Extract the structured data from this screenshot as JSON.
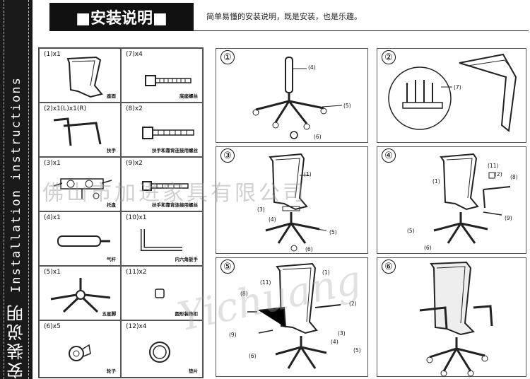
{
  "sidebar": {
    "cn_title": "安装说明",
    "en_title": "Installation instructions"
  },
  "header": {
    "title": "■安装说明■",
    "subtitle": "简单易懂的安装说明，既是安装，也是乐趣。"
  },
  "parts": [
    {
      "qty": "(1)x1",
      "name": "座面"
    },
    {
      "qty": "(7)x4",
      "name": "底座螺丝"
    },
    {
      "qty": "(2)x1(L)x1(R)",
      "name": "扶手"
    },
    {
      "qty": "(8)x2",
      "name": "扶手和靠背连接用螺丝"
    },
    {
      "qty": "(3)x1",
      "name": "托盘"
    },
    {
      "qty": "(9)x2",
      "name": "扶手和靠背连接用螺丝"
    },
    {
      "qty": "(4)x1",
      "name": "气杆"
    },
    {
      "qty": "(10)x1",
      "name": "内六角扳手"
    },
    {
      "qty": "(5)x1",
      "name": "五星脚"
    },
    {
      "qty": "(11)x2",
      "name": "圆形装饰扣"
    },
    {
      "qty": "(6)x5",
      "name": "轮子"
    },
    {
      "qty": "(12)x4",
      "name": "垫片"
    }
  ],
  "steps": [
    {
      "num": "①",
      "labels": [
        "(4)",
        "(5)",
        "(6)"
      ]
    },
    {
      "num": "②",
      "labels": [
        "(7)"
      ]
    },
    {
      "num": "③",
      "labels": [
        "(1)",
        "(3)",
        "(4)",
        "(5)",
        "(6)"
      ]
    },
    {
      "num": "④",
      "labels": [
        "(11)",
        "(2)",
        "(8)",
        "(1)",
        "(9)",
        "(5)",
        "(6)"
      ]
    },
    {
      "num": "⑤",
      "labels": [
        "(1)",
        "(8)",
        "(11)",
        "(2)",
        "(9)",
        "(3)",
        "(4)",
        "(5)",
        "(6)"
      ]
    },
    {
      "num": "⑥",
      "labels": []
    }
  ],
  "watermark": {
    "company": "佛山市加进家具有限公司",
    "brand": "Yichuang"
  }
}
